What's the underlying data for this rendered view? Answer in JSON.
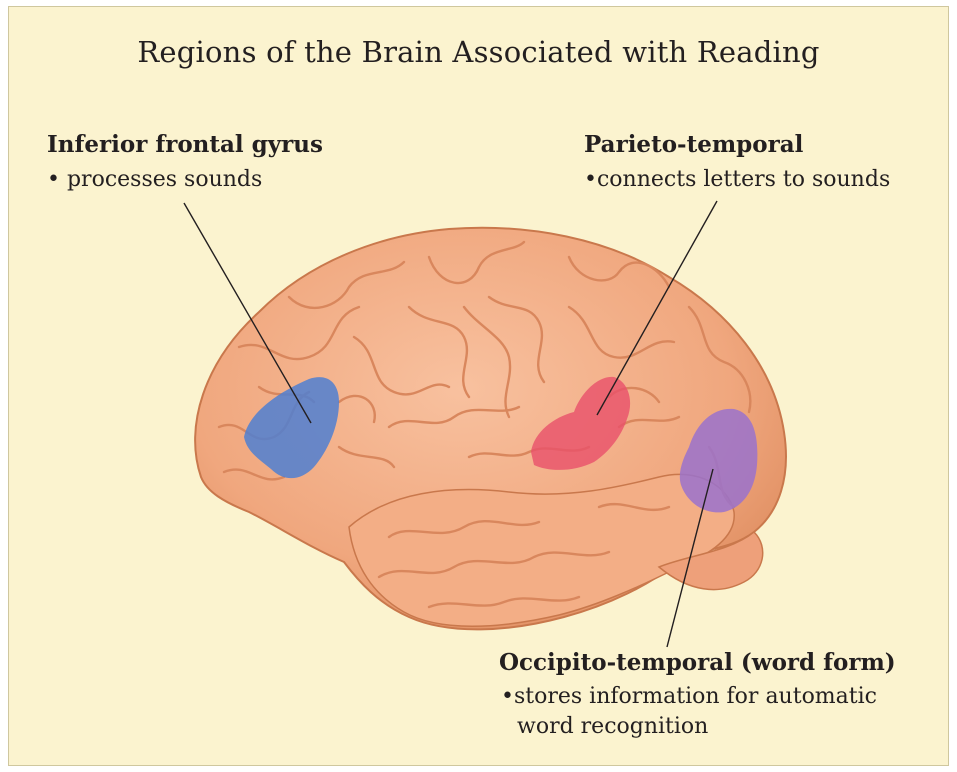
{
  "title": "Regions of the Brain Associated with Reading",
  "regions": [
    {
      "heading": "Inferior frontal gyrus",
      "bullet": "•  processes sounds",
      "color": "#4f7fd1"
    },
    {
      "heading": "Parieto-temporal",
      "bullet": "•connects letters to sounds",
      "color": "#e8506a"
    },
    {
      "heading": "Occipito-temporal (word form)",
      "bullet": "•stores information for automatic",
      "bullet_cont": "word recognition",
      "color": "#9a72cc"
    }
  ],
  "colors": {
    "background": "#fbf3cf",
    "border": "#cfc79e",
    "brain": "#f0a77e",
    "brain_fold": "#d9875d"
  }
}
